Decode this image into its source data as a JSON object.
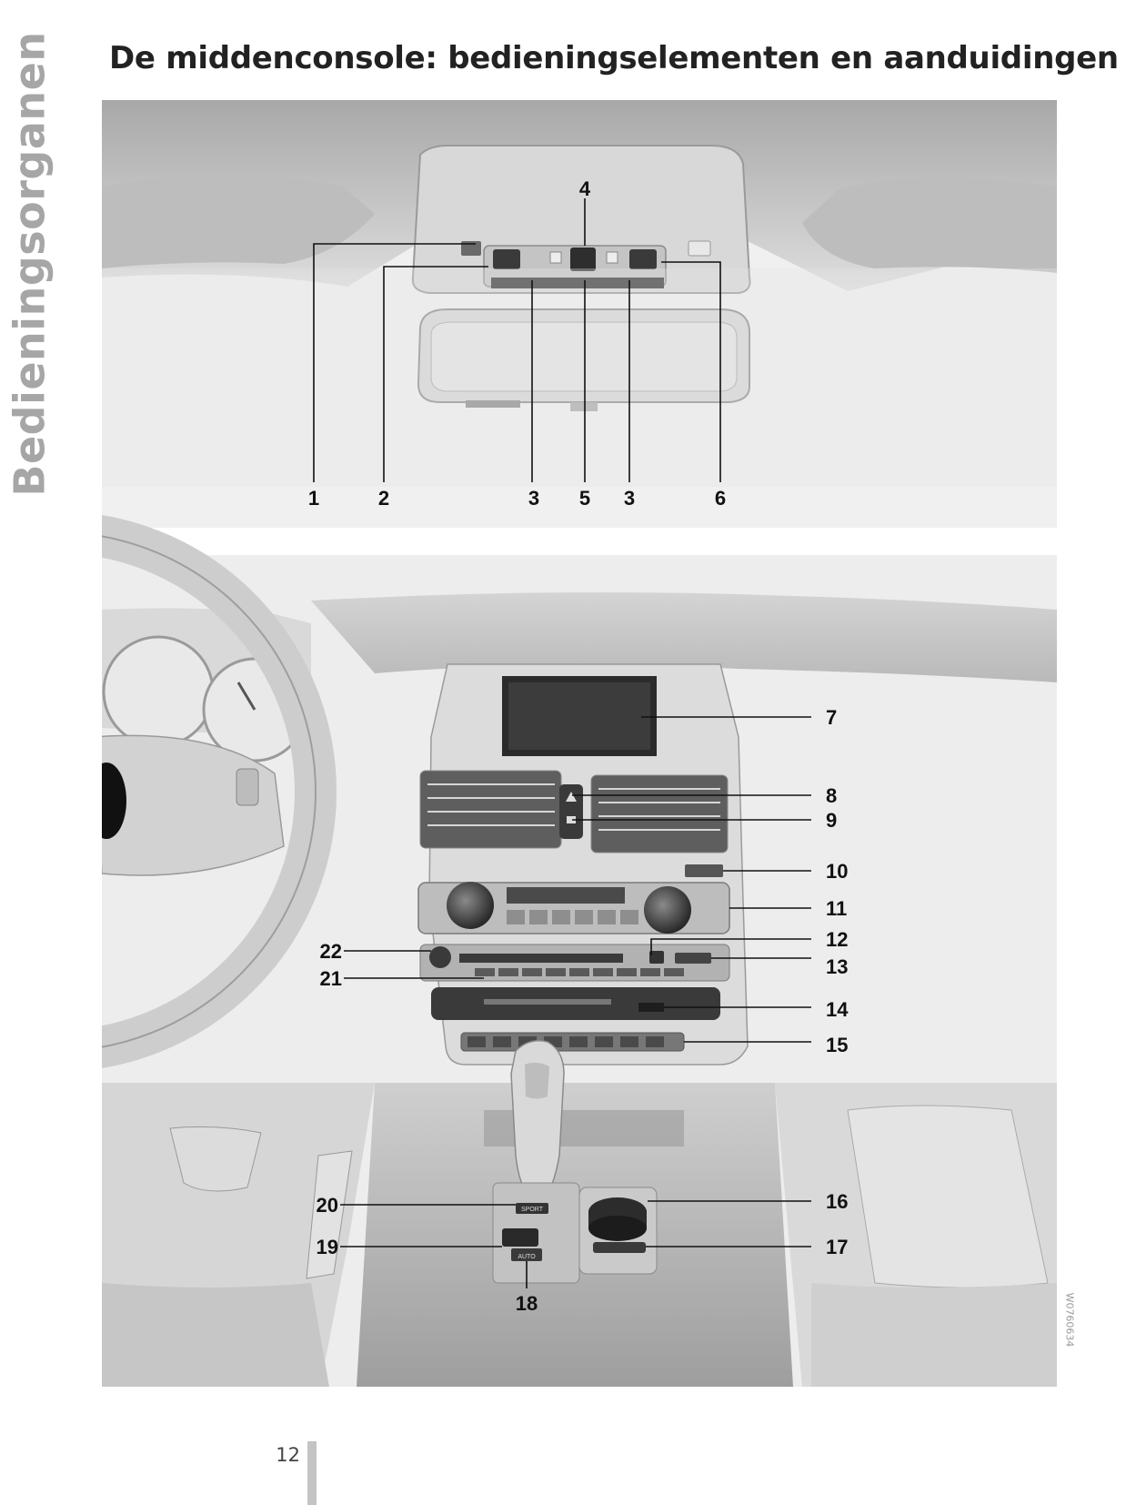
{
  "page": {
    "section_tab": "Bedieningsorganen",
    "title": "De middenconsole: bedieningselementen en aanduidingen",
    "page_number": "12",
    "image_code": "W0760634"
  },
  "figure": {
    "icon": "car-interior-illustration",
    "callouts": {
      "c1": "1",
      "c2": "2",
      "c3a": "3",
      "c5": "5",
      "c3b": "3",
      "c6": "6",
      "c4": "4",
      "c7": "7",
      "c8": "8",
      "c9": "9",
      "c10": "10",
      "c11": "11",
      "c12": "12",
      "c13": "13",
      "c14": "14",
      "c15": "15",
      "c16": "16",
      "c17": "17",
      "c18": "18",
      "c19": "19",
      "c20": "20",
      "c21": "21",
      "c22": "22"
    },
    "small_labels": {
      "sport": "SPORT",
      "auto": "AUTO"
    }
  }
}
